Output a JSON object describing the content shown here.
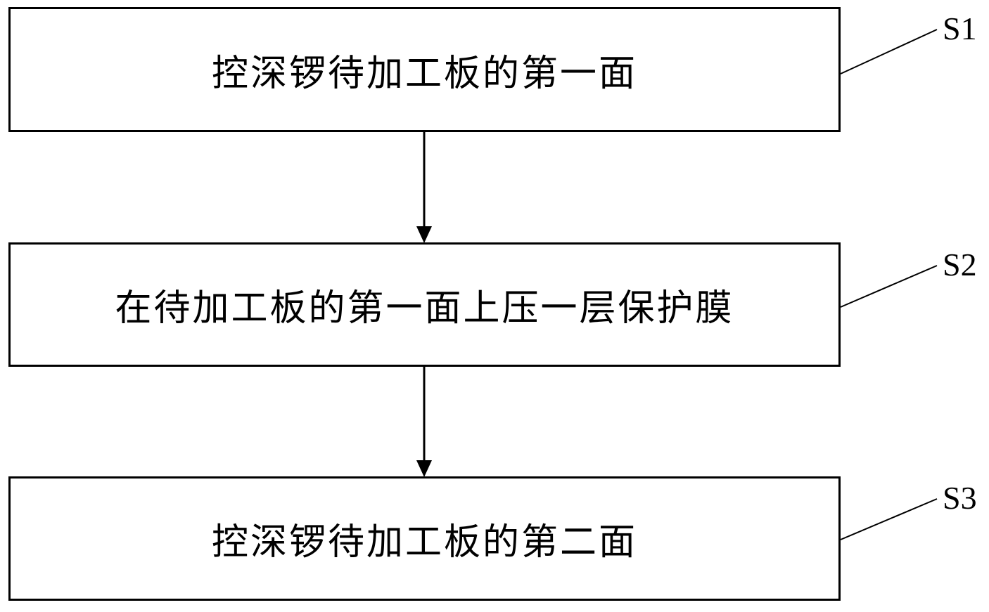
{
  "diagram": {
    "title": "process-flowchart",
    "steps": [
      {
        "id": "S1",
        "label": "控深锣待加工板的第一面"
      },
      {
        "id": "S2",
        "label": "在待加工板的第一面上压一层保护膜"
      },
      {
        "id": "S3",
        "label": "控深锣待加工板的第二面"
      }
    ],
    "flow": [
      "S1 -> S2",
      "S2 -> S3"
    ]
  },
  "colors": {
    "line": "#000000",
    "background": "#ffffff",
    "text": "#000000"
  }
}
